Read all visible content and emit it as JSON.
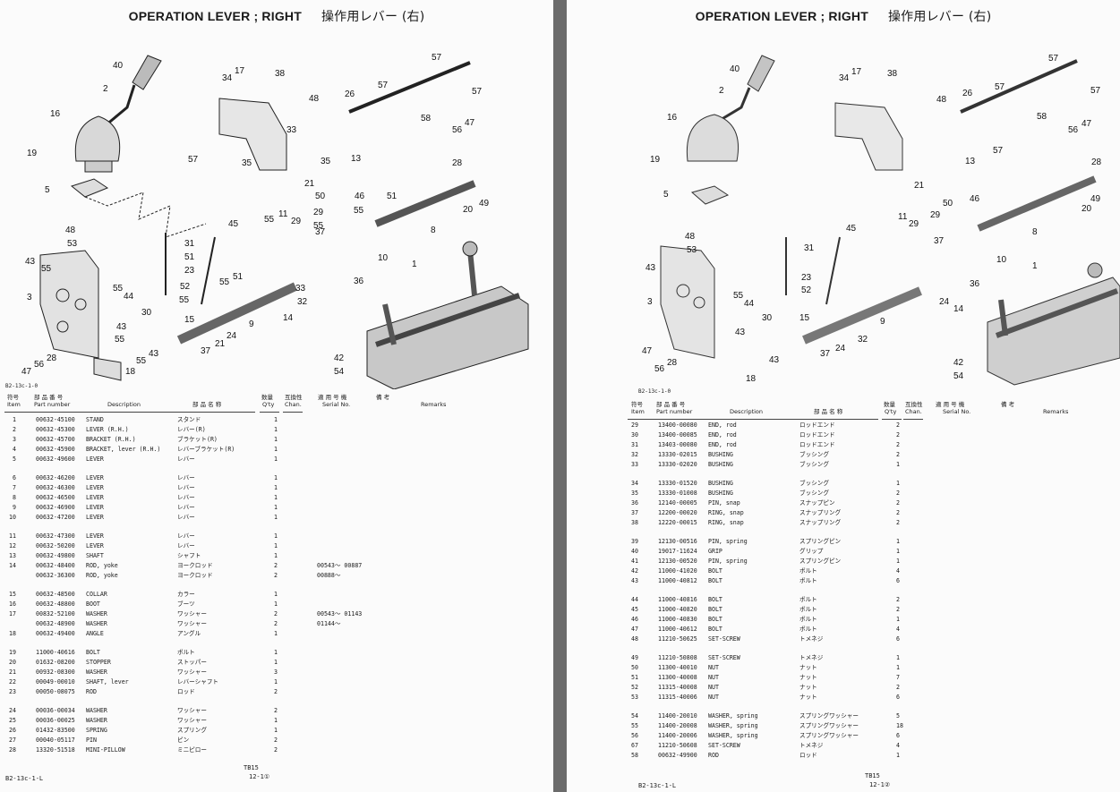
{
  "left_page": {
    "title_en": "OPERATION LEVER ; RIGHT",
    "title_jp": "操作用レバー (右)",
    "figure_code": "B2-13c-1-0",
    "header": {
      "item_jp": "符号",
      "item_en": "Item",
      "part_jp": "部 品 番 号",
      "part_en": "Part number",
      "desc_en": "Description",
      "desc_jp": "部 品 名 称",
      "qty_jp": "数量",
      "qty_en": "Q'ty",
      "chan_jp": "互換性",
      "chan_en": "Chan.",
      "serial_jp": "適 用 号 機",
      "serial_en": "Serial No.",
      "remarks_jp": "備 考",
      "remarks_en": "Remarks"
    },
    "rows": [
      {
        "item": "1",
        "part": "00632-45100",
        "desc": "STAND",
        "jp": "スタンド",
        "qty": "1",
        "serial": ""
      },
      {
        "item": "2",
        "part": "00632-45300",
        "desc": "LEVER (R.H.)",
        "jp": "レバー(R)",
        "qty": "1",
        "serial": ""
      },
      {
        "item": "3",
        "part": "00632-45700",
        "desc": "BRACKET (R.H.)",
        "jp": "ブラケット(R)",
        "qty": "1",
        "serial": ""
      },
      {
        "item": "4",
        "part": "00632-45900",
        "desc": "BRACKET, lever (R.H.)",
        "jp": "レバーブラケット(R)",
        "qty": "1",
        "serial": ""
      },
      {
        "item": "5",
        "part": "00632-49600",
        "desc": "LEVER",
        "jp": "レバー",
        "qty": "1",
        "serial": ""
      },
      {
        "item": "6",
        "part": "00632-46200",
        "desc": "LEVER",
        "jp": "レバー",
        "qty": "1",
        "serial": ""
      },
      {
        "item": "7",
        "part": "00632-46300",
        "desc": "LEVER",
        "jp": "レバー",
        "qty": "1",
        "serial": ""
      },
      {
        "item": "8",
        "part": "00632-46500",
        "desc": "LEVER",
        "jp": "レバー",
        "qty": "1",
        "serial": ""
      },
      {
        "item": "9",
        "part": "00632-46900",
        "desc": "LEVER",
        "jp": "レバー",
        "qty": "1",
        "serial": ""
      },
      {
        "item": "10",
        "part": "00632-47200",
        "desc": "LEVER",
        "jp": "レバー",
        "qty": "1",
        "serial": ""
      },
      {
        "item": "11",
        "part": "00632-47300",
        "desc": "LEVER",
        "jp": "レバー",
        "qty": "1",
        "serial": ""
      },
      {
        "item": "12",
        "part": "00632-50200",
        "desc": "LEVER",
        "jp": "レバー",
        "qty": "1",
        "serial": ""
      },
      {
        "item": "13",
        "part": "00632-49800",
        "desc": "SHAFT",
        "jp": "シャフト",
        "qty": "1",
        "serial": ""
      },
      {
        "item": "14",
        "part": "00632-48400",
        "desc": "ROD, yoke",
        "jp": "ヨークロッド",
        "qty": "2",
        "serial": "00543～ 00887"
      },
      {
        "item": "",
        "part": "00632-36300",
        "desc": "ROD, yoke",
        "jp": "ヨークロッド",
        "qty": "2",
        "serial": "00888～"
      },
      {
        "item": "15",
        "part": "00632-48500",
        "desc": "COLLAR",
        "jp": "カラー",
        "qty": "1",
        "serial": ""
      },
      {
        "item": "16",
        "part": "00632-48800",
        "desc": "BOOT",
        "jp": "ブーツ",
        "qty": "1",
        "serial": ""
      },
      {
        "item": "17",
        "part": "00832-52100",
        "desc": "WASHER",
        "jp": "ワッシャー",
        "qty": "2",
        "serial": "00543～ 01143"
      },
      {
        "item": "",
        "part": "00632-48900",
        "desc": "WASHER",
        "jp": "ワッシャー",
        "qty": "2",
        "serial": "01144～"
      },
      {
        "item": "18",
        "part": "00632-49400",
        "desc": "ANGLE",
        "jp": "アングル",
        "qty": "1",
        "serial": ""
      },
      {
        "item": "19",
        "part": "11000-40616",
        "desc": "BOLT",
        "jp": "ボルト",
        "qty": "1",
        "serial": ""
      },
      {
        "item": "20",
        "part": "01632-08200",
        "desc": "STOPPER",
        "jp": "ストッパー",
        "qty": "1",
        "serial": ""
      },
      {
        "item": "21",
        "part": "00932-08300",
        "desc": "WASHER",
        "jp": "ワッシャー",
        "qty": "3",
        "serial": ""
      },
      {
        "item": "22",
        "part": "00049-00010",
        "desc": "SHAFT, lever",
        "jp": "レバーシャフト",
        "qty": "1",
        "serial": ""
      },
      {
        "item": "23",
        "part": "00050-08075",
        "desc": "ROD",
        "jp": "ロッド",
        "qty": "2",
        "serial": ""
      },
      {
        "item": "24",
        "part": "00036-00034",
        "desc": "WASHER",
        "jp": "ワッシャー",
        "qty": "2",
        "serial": ""
      },
      {
        "item": "25",
        "part": "00036-00025",
        "desc": "WASHER",
        "jp": "ワッシャー",
        "qty": "1",
        "serial": ""
      },
      {
        "item": "26",
        "part": "01432-83500",
        "desc": "SPRING",
        "jp": "スプリング",
        "qty": "1",
        "serial": ""
      },
      {
        "item": "27",
        "part": "00040-05117",
        "desc": "PIN",
        "jp": "ピン",
        "qty": "2",
        "serial": ""
      },
      {
        "item": "28",
        "part": "13320-51518",
        "desc": "MINI-PILLOW",
        "jp": "ミニピロー",
        "qty": "2",
        "serial": ""
      }
    ],
    "footer_left": "B2-13c-1-L",
    "footer_code": "TB15",
    "footer_page": "12-1①"
  },
  "right_page": {
    "title_en": "OPERATION LEVER ; RIGHT",
    "title_jp": "操作用レバー (右)",
    "figure_code": "B2-13c-1-0",
    "rows": [
      {
        "item": "29",
        "part": "13400-00080",
        "desc": "END, rod",
        "jp": "ロッドエンド",
        "qty": "2"
      },
      {
        "item": "30",
        "part": "13400-00085",
        "desc": "END, rod",
        "jp": "ロッドエンド",
        "qty": "2"
      },
      {
        "item": "31",
        "part": "13403-00080",
        "desc": "END, rod",
        "jp": "ロッドエンド",
        "qty": "2"
      },
      {
        "item": "32",
        "part": "13330-02015",
        "desc": "BUSHING",
        "jp": "ブッシング",
        "qty": "2"
      },
      {
        "item": "33",
        "part": "13330-02020",
        "desc": "BUSHING",
        "jp": "ブッシング",
        "qty": "1"
      },
      {
        "item": "34",
        "part": "13330-01520",
        "desc": "BUSHING",
        "jp": "ブッシング",
        "qty": "1"
      },
      {
        "item": "35",
        "part": "13330-01008",
        "desc": "BUSHING",
        "jp": "ブッシング",
        "qty": "2"
      },
      {
        "item": "36",
        "part": "12140-00005",
        "desc": "PIN, snap",
        "jp": "スナップピン",
        "qty": "2"
      },
      {
        "item": "37",
        "part": "12200-00020",
        "desc": "RING, snap",
        "jp": "スナップリング",
        "qty": "2"
      },
      {
        "item": "38",
        "part": "12220-00015",
        "desc": "RING, snap",
        "jp": "スナップリング",
        "qty": "2"
      },
      {
        "item": "39",
        "part": "12130-00516",
        "desc": "PIN, spring",
        "jp": "スプリングピン",
        "qty": "1"
      },
      {
        "item": "40",
        "part": "19017-11624",
        "desc": "GRIP",
        "jp": "グリップ",
        "qty": "1"
      },
      {
        "item": "41",
        "part": "12130-00520",
        "desc": "PIN, spring",
        "jp": "スプリングピン",
        "qty": "1"
      },
      {
        "item": "42",
        "part": "11000-41020",
        "desc": "BOLT",
        "jp": "ボルト",
        "qty": "4"
      },
      {
        "item": "43",
        "part": "11000-40812",
        "desc": "BOLT",
        "jp": "ボルト",
        "qty": "6"
      },
      {
        "item": "44",
        "part": "11000-40816",
        "desc": "BOLT",
        "jp": "ボルト",
        "qty": "2"
      },
      {
        "item": "45",
        "part": "11000-40820",
        "desc": "BOLT",
        "jp": "ボルト",
        "qty": "2"
      },
      {
        "item": "46",
        "part": "11000-40830",
        "desc": "BOLT",
        "jp": "ボルト",
        "qty": "1"
      },
      {
        "item": "47",
        "part": "11000-40612",
        "desc": "BOLT",
        "jp": "ボルト",
        "qty": "4"
      },
      {
        "item": "48",
        "part": "11210-50625",
        "desc": "SET-SCREW",
        "jp": "トメネジ",
        "qty": "6"
      },
      {
        "item": "49",
        "part": "11210-50808",
        "desc": "SET-SCREW",
        "jp": "トメネジ",
        "qty": "1"
      },
      {
        "item": "50",
        "part": "11300-40010",
        "desc": "NUT",
        "jp": "ナット",
        "qty": "1"
      },
      {
        "item": "51",
        "part": "11300-40008",
        "desc": "NUT",
        "jp": "ナット",
        "qty": "7"
      },
      {
        "item": "52",
        "part": "11315-40008",
        "desc": "NUT",
        "jp": "ナット",
        "qty": "2"
      },
      {
        "item": "53",
        "part": "11315-40006",
        "desc": "NUT",
        "jp": "ナット",
        "qty": "6"
      },
      {
        "item": "54",
        "part": "11400-20010",
        "desc": "WASHER, spring",
        "jp": "スプリングワッシャー",
        "qty": "5"
      },
      {
        "item": "55",
        "part": "11400-20008",
        "desc": "WASHER, spring",
        "jp": "スプリングワッシャー",
        "qty": "18"
      },
      {
        "item": "56",
        "part": "11400-20006",
        "desc": "WASHER, spring",
        "jp": "スプリングワッシャー",
        "qty": "6"
      },
      {
        "item": "67",
        "part": "11210-50608",
        "desc": "SET-SCREW",
        "jp": "トメネジ",
        "qty": "4"
      },
      {
        "item": "58",
        "part": "00632-49900",
        "desc": "ROD",
        "jp": "ロッド",
        "qty": "1"
      }
    ],
    "footer_left": "B2-13c-1-L",
    "footer_code": "TB15",
    "footer_page": "12-1②"
  },
  "callouts": {
    "n1": "1",
    "n2": "2",
    "n3": "3",
    "n5": "5",
    "n8": "8",
    "n9": "9",
    "n10": "10",
    "n11": "11",
    "n13": "13",
    "n14": "14",
    "n15": "15",
    "n16": "16",
    "n17": "17",
    "n18": "18",
    "n19": "19",
    "n20": "20",
    "n21": "21",
    "n23": "23",
    "n24": "24",
    "n26": "26",
    "n28": "28",
    "n29": "29",
    "n30": "30",
    "n31": "31",
    "n32": "32",
    "n33": "33",
    "n34": "34",
    "n35": "35",
    "n36": "36",
    "n37": "37",
    "n38": "38",
    "n40": "40",
    "n42": "42",
    "n43": "43",
    "n44": "44",
    "n45": "45",
    "n46": "46",
    "n47": "47",
    "n48": "48",
    "n49": "49",
    "n50": "50",
    "n51": "51",
    "n52": "52",
    "n53": "53",
    "n54": "54",
    "n55": "55",
    "n56": "56",
    "n57": "57",
    "n58": "58"
  }
}
